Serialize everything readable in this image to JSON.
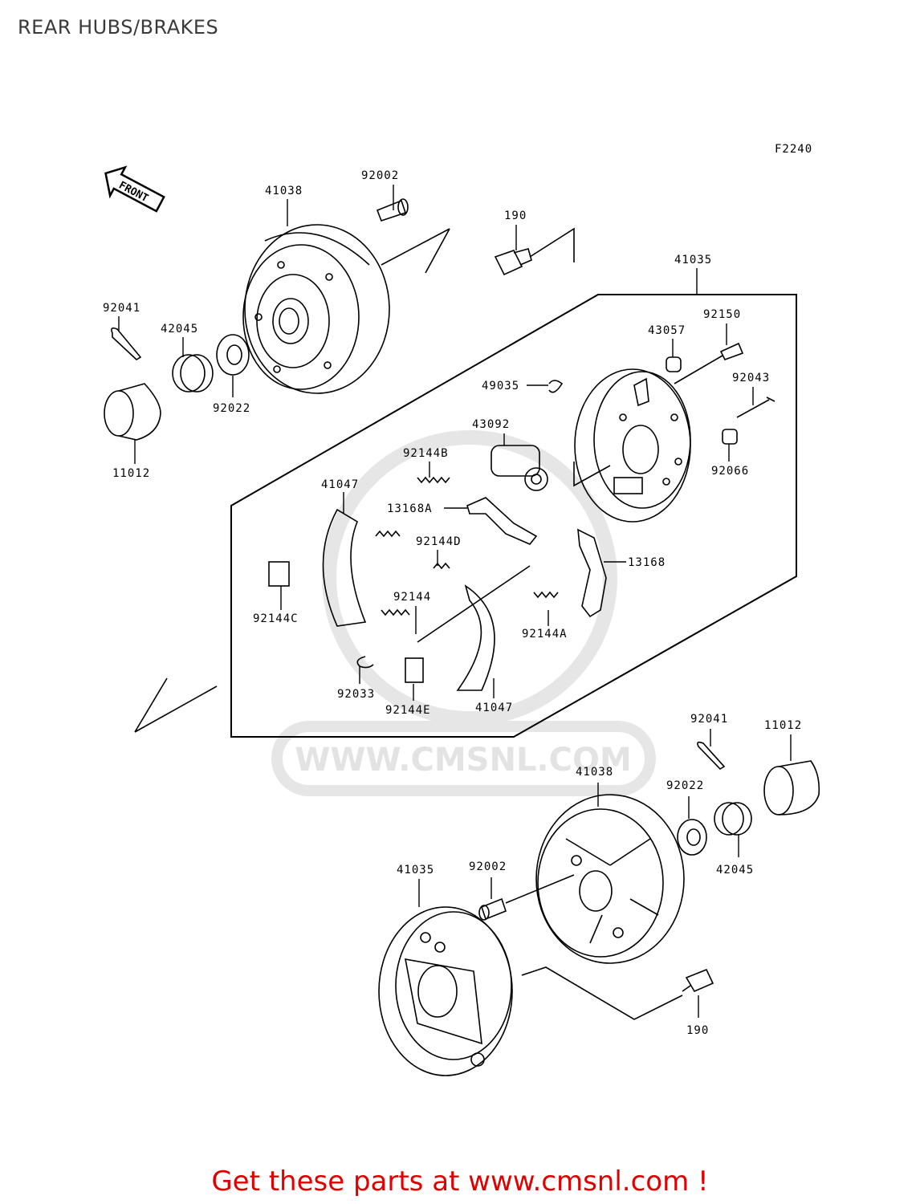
{
  "page": {
    "title": "REAR HUBS/BRAKES",
    "figure_code": "F2240",
    "front_arrow": "FRONT",
    "watermark": "WWW.CMSNL.COM",
    "footer": "Get these parts at www.cmsnl.com !"
  },
  "colors": {
    "footer": "#e00000",
    "line": "#000000",
    "watermark": "#e3e3e3"
  },
  "parts": [
    {
      "id": "p41038a",
      "number": "41038"
    },
    {
      "id": "p92002a",
      "number": "92002"
    },
    {
      "id": "p190a",
      "number": "190"
    },
    {
      "id": "p41035a",
      "number": "41035"
    },
    {
      "id": "p92041a",
      "number": "92041"
    },
    {
      "id": "p42045a",
      "number": "42045"
    },
    {
      "id": "p92022a",
      "number": "92022"
    },
    {
      "id": "p11012a",
      "number": "11012"
    },
    {
      "id": "p43057",
      "number": "43057"
    },
    {
      "id": "p92150",
      "number": "92150"
    },
    {
      "id": "p49035",
      "number": "49035"
    },
    {
      "id": "p92043",
      "number": "92043"
    },
    {
      "id": "p43092",
      "number": "43092"
    },
    {
      "id": "p92066",
      "number": "92066"
    },
    {
      "id": "p92144B",
      "number": "92144B"
    },
    {
      "id": "p41047a",
      "number": "41047"
    },
    {
      "id": "p13168A",
      "number": "13168A"
    },
    {
      "id": "p92144D",
      "number": "92144D"
    },
    {
      "id": "p13168",
      "number": "13168"
    },
    {
      "id": "p92144C",
      "number": "92144C"
    },
    {
      "id": "p92144",
      "number": "92144"
    },
    {
      "id": "p92144A",
      "number": "92144A"
    },
    {
      "id": "p92033",
      "number": "92033"
    },
    {
      "id": "p92144E",
      "number": "92144E"
    },
    {
      "id": "p41047b",
      "number": "41047"
    },
    {
      "id": "p92041b",
      "number": "92041"
    },
    {
      "id": "p11012b",
      "number": "11012"
    },
    {
      "id": "p41038b",
      "number": "41038"
    },
    {
      "id": "p92022b",
      "number": "92022"
    },
    {
      "id": "p41035b",
      "number": "41035"
    },
    {
      "id": "p92002b",
      "number": "92002"
    },
    {
      "id": "p42045b",
      "number": "42045"
    },
    {
      "id": "p190b",
      "number": "190"
    }
  ]
}
